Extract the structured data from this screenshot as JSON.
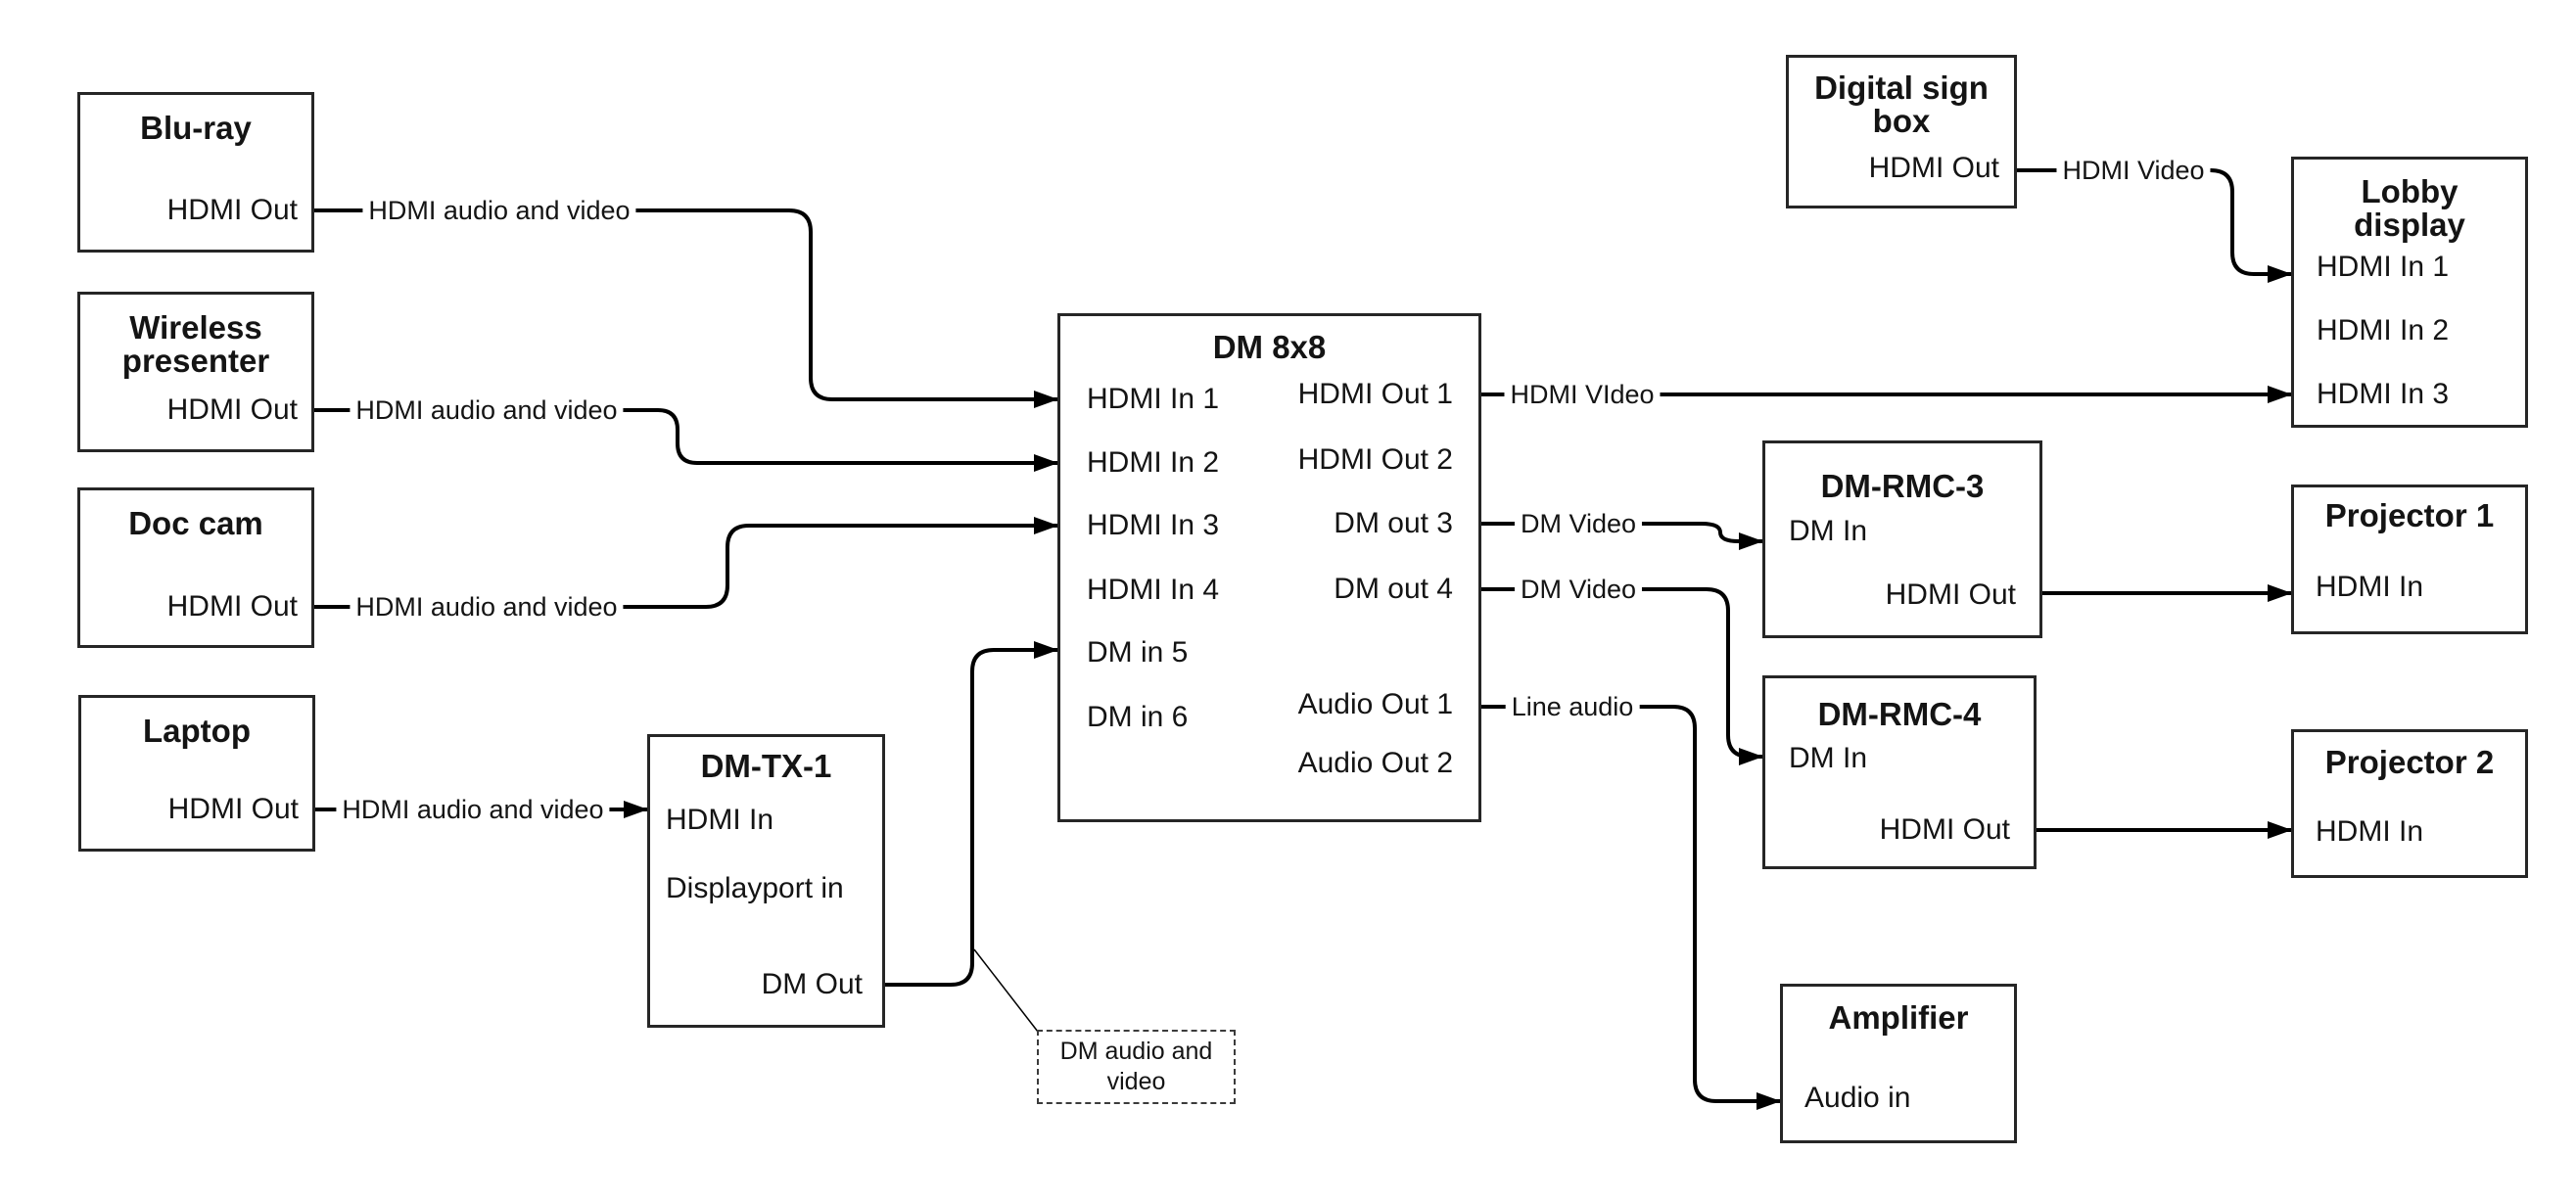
{
  "diagram": {
    "nodes": {
      "bluray": {
        "title": "Blu-ray",
        "ports": {
          "hdmi_out": "HDMI Out"
        }
      },
      "wireless": {
        "title": "Wireless presenter",
        "ports": {
          "hdmi_out": "HDMI Out"
        }
      },
      "doccam": {
        "title": "Doc cam",
        "ports": {
          "hdmi_out": "HDMI Out"
        }
      },
      "laptop": {
        "title": "Laptop",
        "ports": {
          "hdmi_out": "HDMI Out"
        }
      },
      "dmtx1": {
        "title": "DM-TX-1",
        "ports": {
          "hdmi_in": "HDMI In",
          "dp_in": "Displayport in",
          "dm_out": "DM Out"
        }
      },
      "dm8x8": {
        "title": "DM 8x8",
        "ports": {
          "in1": "HDMI In 1",
          "in2": "HDMI In 2",
          "in3": "HDMI In 3",
          "in4": "HDMI In 4",
          "in5": "DM in 5",
          "in6": "DM in 6",
          "out1": "HDMI Out 1",
          "out2": "HDMI Out 2",
          "out3": "DM out 3",
          "out4": "DM out 4",
          "aout1": "Audio Out 1",
          "aout2": "Audio Out 2"
        }
      },
      "digitalsign": {
        "title": "Digital sign box",
        "ports": {
          "hdmi_out": "HDMI Out"
        }
      },
      "lobby": {
        "title": "Lobby display",
        "ports": {
          "in1": "HDMI In 1",
          "in2": "HDMI In 2",
          "in3": "HDMI In 3"
        }
      },
      "dmrmc3": {
        "title": "DM-RMC-3",
        "ports": {
          "dm_in": "DM In",
          "hdmi_out": "HDMI Out"
        }
      },
      "dmrmc4": {
        "title": "DM-RMC-4",
        "ports": {
          "dm_in": "DM In",
          "hdmi_out": "HDMI Out"
        }
      },
      "proj1": {
        "title": "Projector 1",
        "ports": {
          "hdmi_in": "HDMI In"
        }
      },
      "proj2": {
        "title": "Projector 2",
        "ports": {
          "hdmi_in": "HDMI In"
        }
      },
      "amplifier": {
        "title": "Amplifier",
        "ports": {
          "audio_in": "Audio in"
        }
      }
    },
    "edge_labels": {
      "hdmi_av": "HDMI audio and video",
      "hdmi_video_main": "HDMI VIdeo",
      "hdmi_video_sign": "HDMI Video",
      "dm_video": "DM Video",
      "line_audio": "Line audio"
    },
    "note": {
      "text": "DM audio and video"
    }
  }
}
